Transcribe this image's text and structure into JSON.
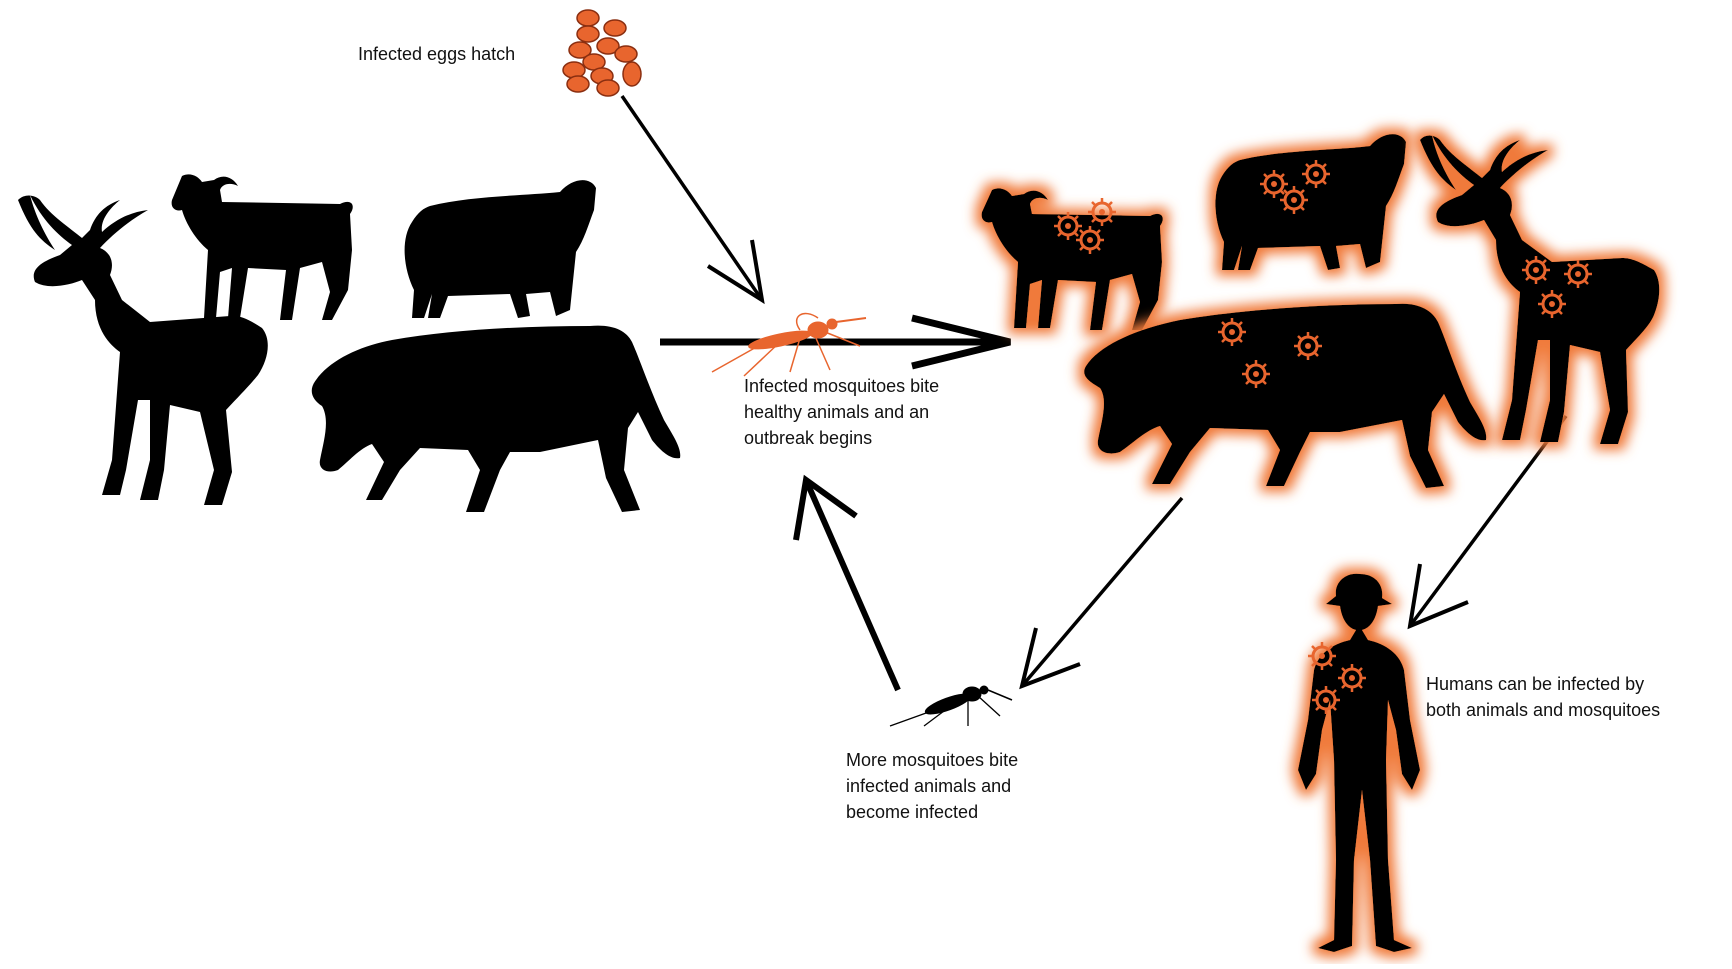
{
  "labels": {
    "eggs": "Infected eggs hatch",
    "bite": "Infected mosquitoes bite\nhealthy animals and an\noutbreak begins",
    "more": "More mosquitoes bite\ninfected animals and\nbecome infected",
    "humans": "Humans can be infected by\nboth animals and mosquitoes"
  },
  "colors": {
    "silhouette": "#000000",
    "infection": "#e8652e",
    "glow": "#f39a6a",
    "egg": "#e8652e",
    "egg_outline": "#8a2e10"
  },
  "icons": {
    "eggs": "egg-cluster-icon",
    "mosquito_infected": "mosquito-icon",
    "mosquito_healthy": "mosquito-icon",
    "virus": "virus-icon"
  }
}
